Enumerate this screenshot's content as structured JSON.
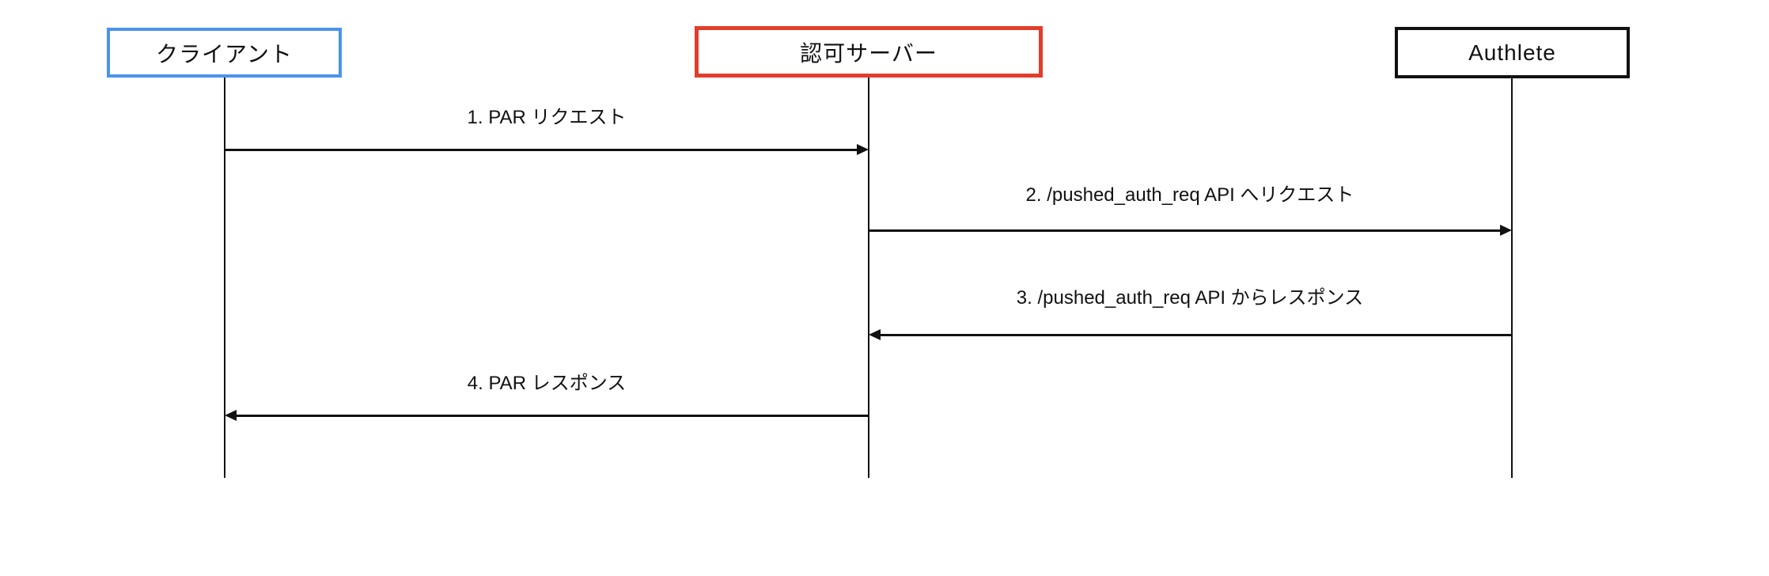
{
  "diagram": {
    "type": "sequence-diagram",
    "actors": [
      {
        "id": "client",
        "label": "クライアント",
        "border_color": "#4a93ec"
      },
      {
        "id": "authorization-server",
        "label": "認可サーバー",
        "border_color": "#e23d2a"
      },
      {
        "id": "authlete",
        "label": "Authlete",
        "border_color": "#111111"
      }
    ],
    "messages": [
      {
        "seq": 1,
        "label": "1. PAR リクエスト",
        "from": "client",
        "to": "authorization-server",
        "direction": "right"
      },
      {
        "seq": 2,
        "label": "2. /pushed_auth_req API へリクエスト",
        "from": "authorization-server",
        "to": "authlete",
        "direction": "right"
      },
      {
        "seq": 3,
        "label": "3. /pushed_auth_req API からレスポンス",
        "from": "authlete",
        "to": "authorization-server",
        "direction": "left"
      },
      {
        "seq": 4,
        "label": "4. PAR レスポンス",
        "from": "authorization-server",
        "to": "client",
        "direction": "left"
      }
    ],
    "colors": {
      "line": "#111111",
      "background": "#ffffff"
    }
  }
}
